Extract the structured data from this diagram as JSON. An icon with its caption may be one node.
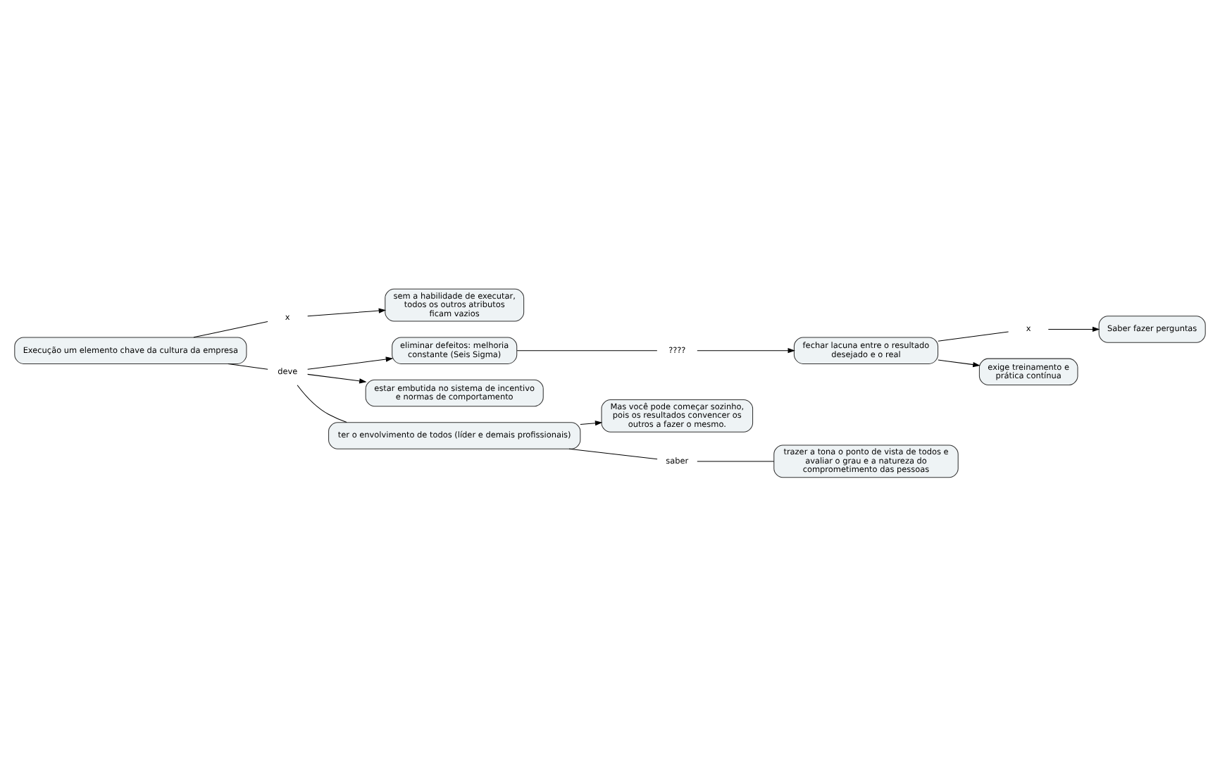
{
  "diagram": {
    "nodes": [
      {
        "text": [
          "Execução um elemento chave da cultura da empresa"
        ]
      },
      {
        "text": [
          "x"
        ]
      },
      {
        "text": [
          "sem a habilidade de executar, todos os outros atributos ficam vazios"
        ]
      },
      {
        "text": [
          "deve"
        ]
      },
      {
        "text": [
          "eliminar defeitos: melhoria constante (Seis Sigma)"
        ]
      },
      {
        "text": [
          "????"
        ]
      },
      {
        "text": [
          "fechar lacuna entre o resultado desejado e o real"
        ]
      },
      {
        "text": [
          "x"
        ]
      },
      {
        "text": [
          "Saber fazer perguntas"
        ]
      },
      {
        "text": [
          "exige treinamento e prática contínua"
        ]
      },
      {
        "text": [
          "estar embutida no sistema de incentivo e normas de comportamento"
        ]
      },
      {
        "text": [
          "ter o envolvimento de todos (líder e demais profissionais)"
        ]
      },
      {
        "text": [
          "Mas você pode começar sozinho, pois os resultados convencer os outros a fazer o mesmo."
        ]
      },
      {
        "text": [
          "saber"
        ]
      },
      {
        "text": [
          "trazer a tona o ponto de vista de todos e avaliar o grau e a natureza do comprometimento das pessoas"
        ]
      }
    ],
    "edges": [
      {
        "from": 0,
        "to": 1,
        "arrow": "none"
      },
      {
        "from": 1,
        "to": 2,
        "arrow": "to"
      },
      {
        "from": 0,
        "to": 3,
        "arrow": "none"
      },
      {
        "from": 3,
        "to": 4,
        "arrow": "to"
      },
      {
        "from": 3,
        "to": 10,
        "arrow": "to"
      },
      {
        "from": 3,
        "to": 11,
        "arrow": "none"
      },
      {
        "from": 4,
        "to": 5,
        "arrow": "none"
      },
      {
        "from": 5,
        "to": 6,
        "arrow": "to"
      },
      {
        "from": 6,
        "to": 7,
        "arrow": "none"
      },
      {
        "from": 7,
        "to": 8,
        "arrow": "to"
      },
      {
        "from": 6,
        "to": 9,
        "arrow": "to"
      },
      {
        "from": 11,
        "to": 12,
        "arrow": "to"
      },
      {
        "from": 11,
        "to": 13,
        "arrow": "none"
      },
      {
        "from": 13,
        "to": 14,
        "arrow": "none"
      }
    ]
  }
}
